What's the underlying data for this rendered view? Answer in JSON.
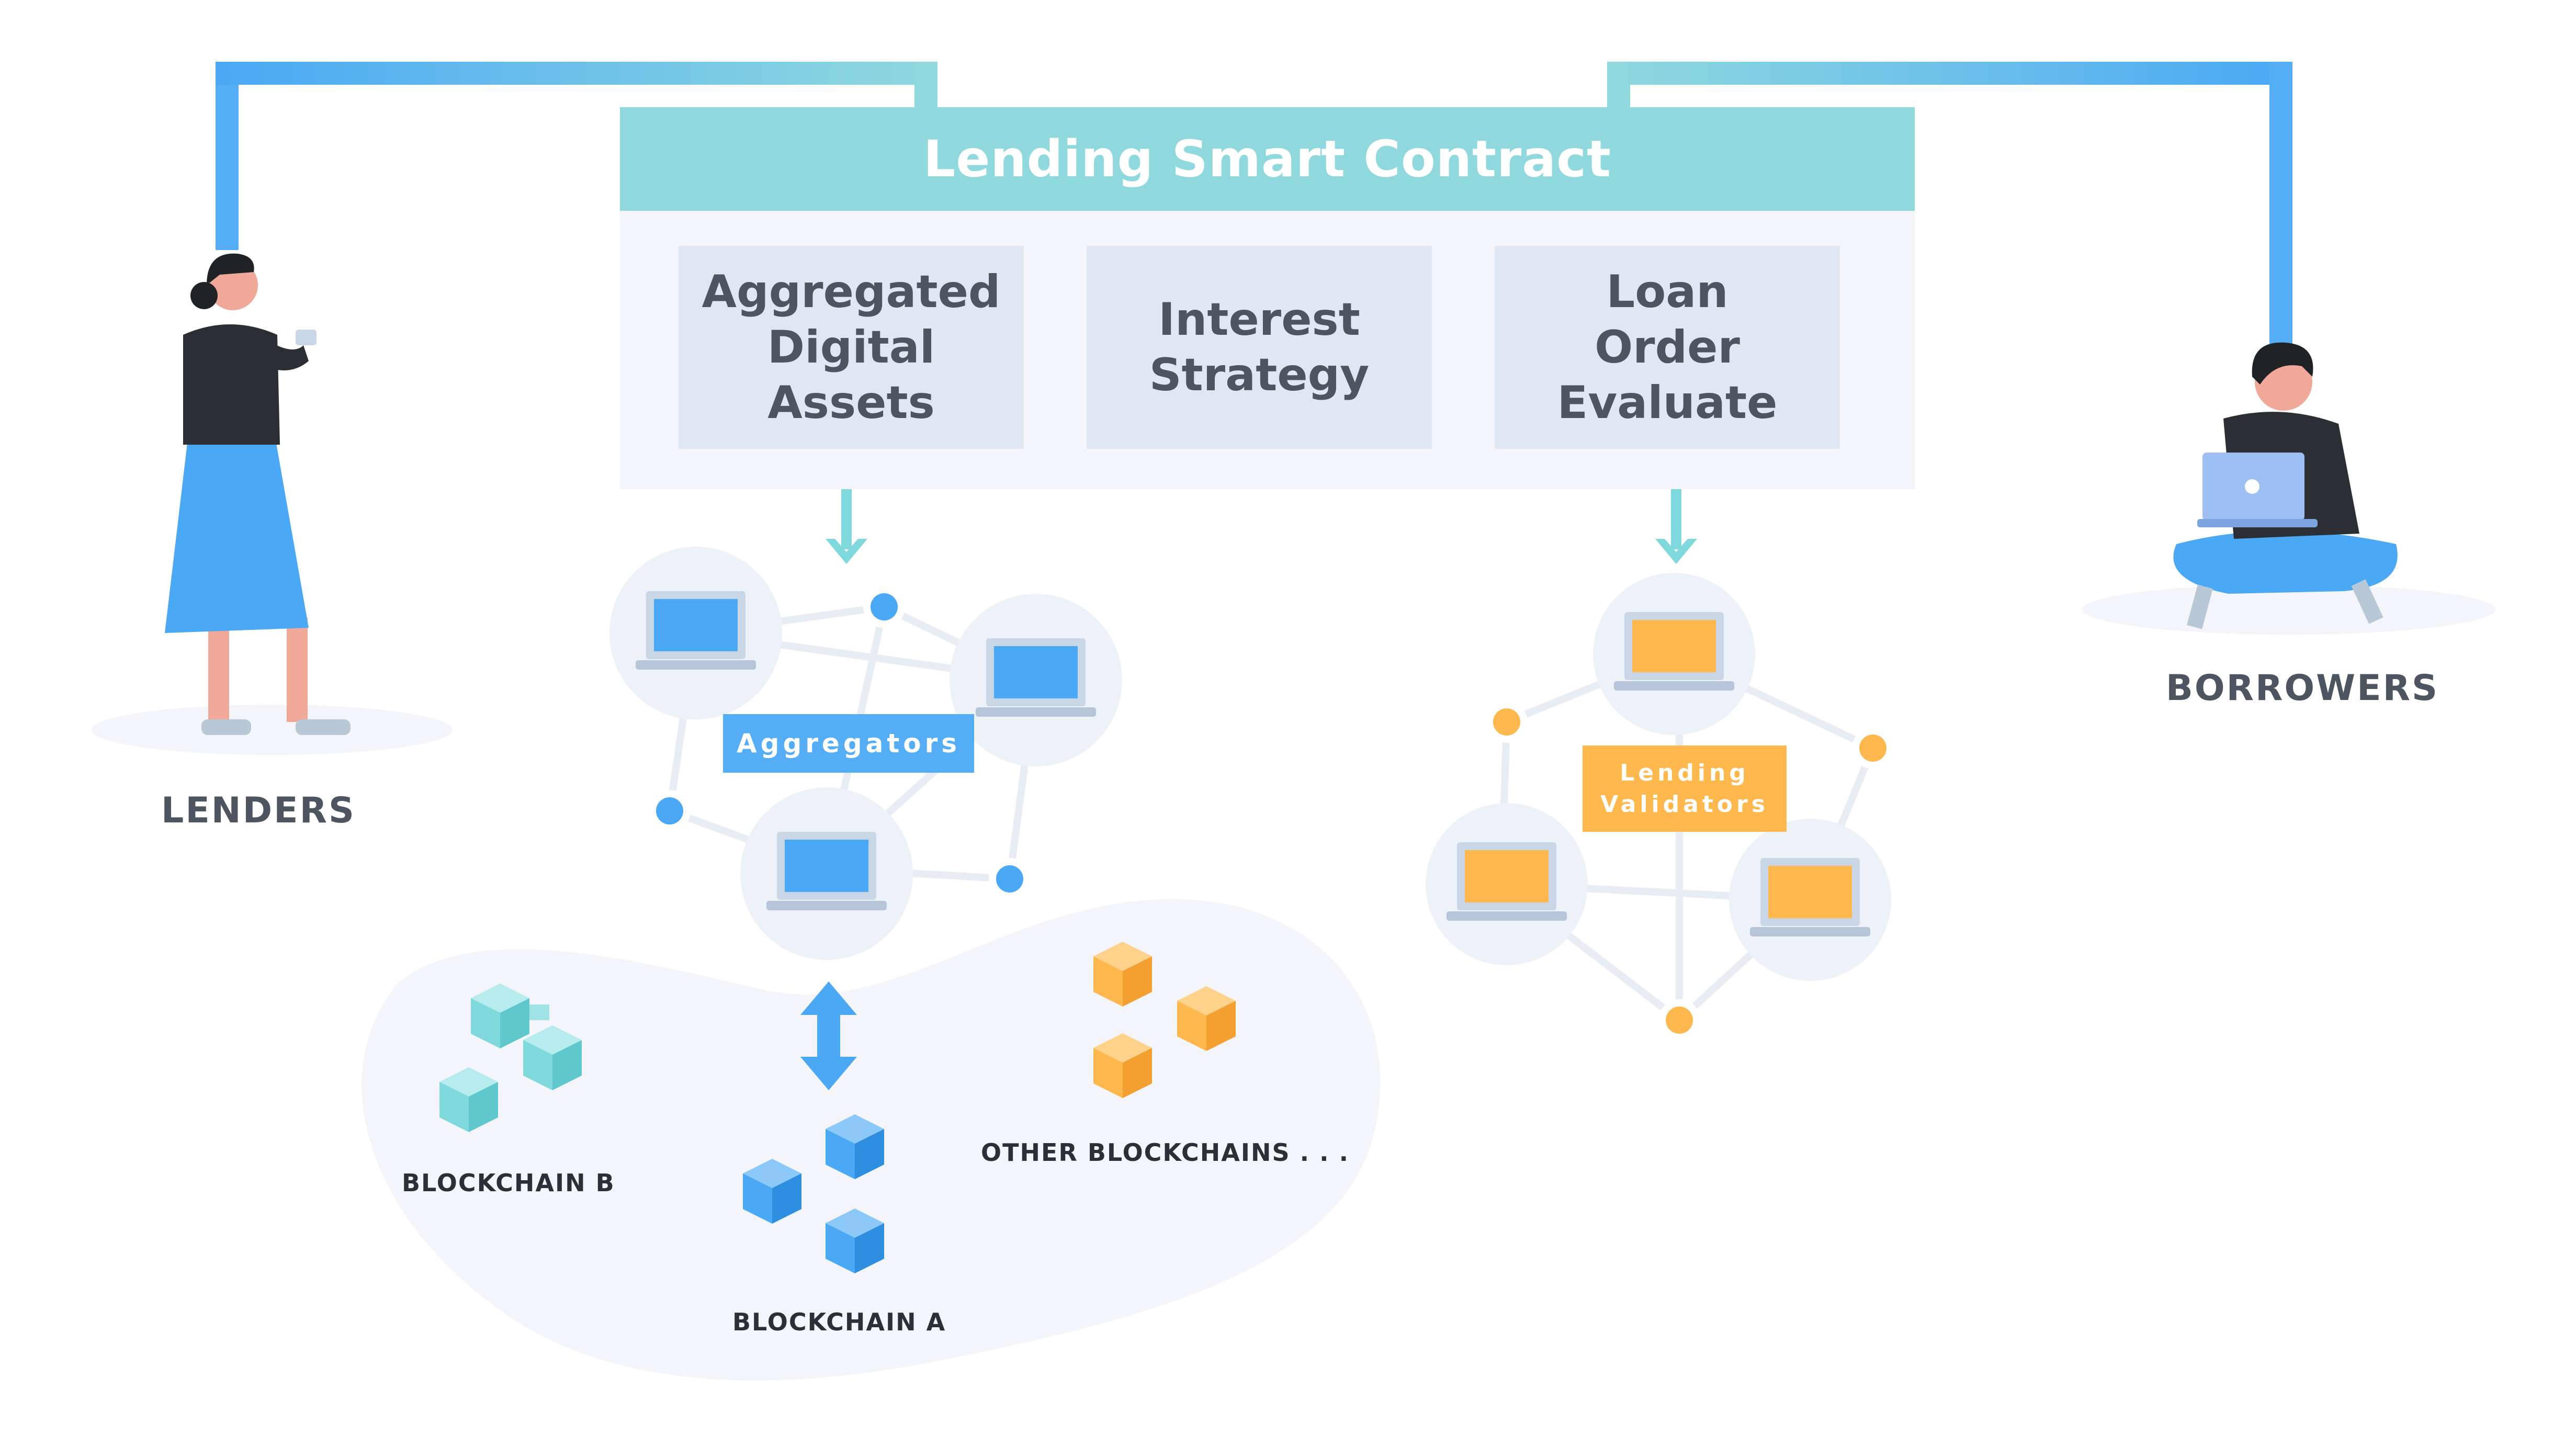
{
  "contract": {
    "title": "Lending Smart Contract",
    "modules": [
      "Aggregated\nDigital\nAssets",
      "Interest\nStrategy",
      "Loan\nOrder\nEvaluate"
    ]
  },
  "actors": {
    "lenders": "LENDERS",
    "borrowers": "BORROWERS"
  },
  "networks": {
    "aggregators": "Aggregators",
    "validators": "Lending\nValidators"
  },
  "blockchains": {
    "a": "BLOCKCHAIN A",
    "b": "BLOCKCHAIN B",
    "other": "OTHER BLOCKCHAINS . . ."
  },
  "colors": {
    "header": "#8fd9de",
    "connector": "#55aef5",
    "aggregator": "#55aef5",
    "validator": "#ffb84d",
    "teal": "#7fd8dc",
    "body": "#f3f5fb",
    "module": "#dfe7f2"
  }
}
